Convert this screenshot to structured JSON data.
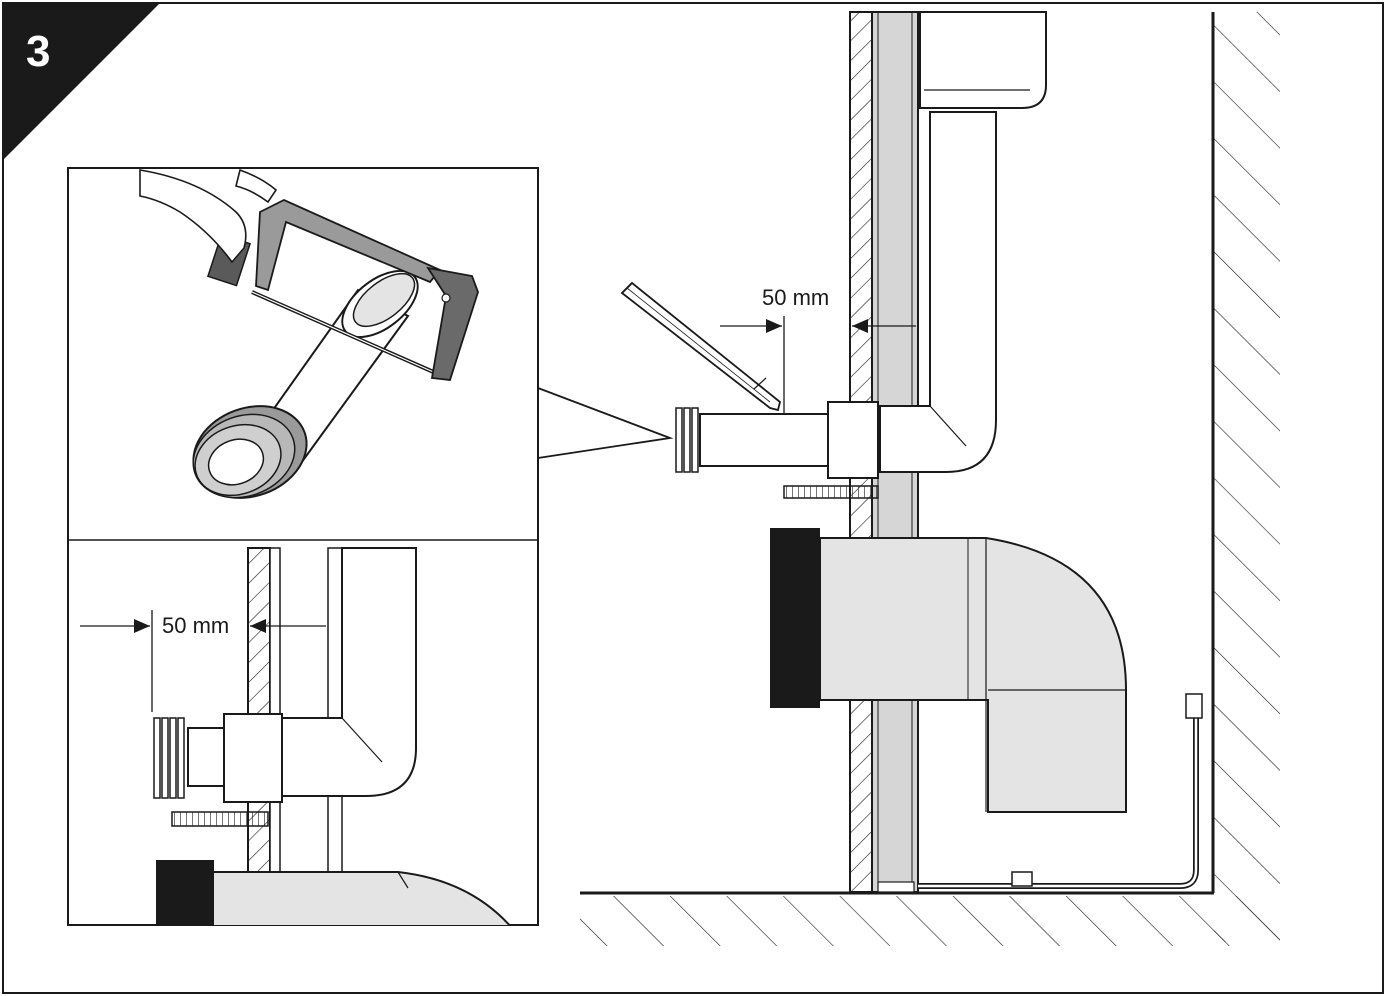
{
  "step": {
    "number": "3"
  },
  "main_view": {
    "dimension_label": "50 mm"
  },
  "inset_detail": {
    "dimension_label": "50 mm"
  },
  "colors": {
    "line": "#1a1a1a",
    "wall_fill": "#d6d6d6",
    "pipe_fill": "#ffffff",
    "pipe_shade": "#e4e4e4",
    "seal_fill": "#1a1a1a",
    "badge_fill": "#1a1a1a"
  }
}
